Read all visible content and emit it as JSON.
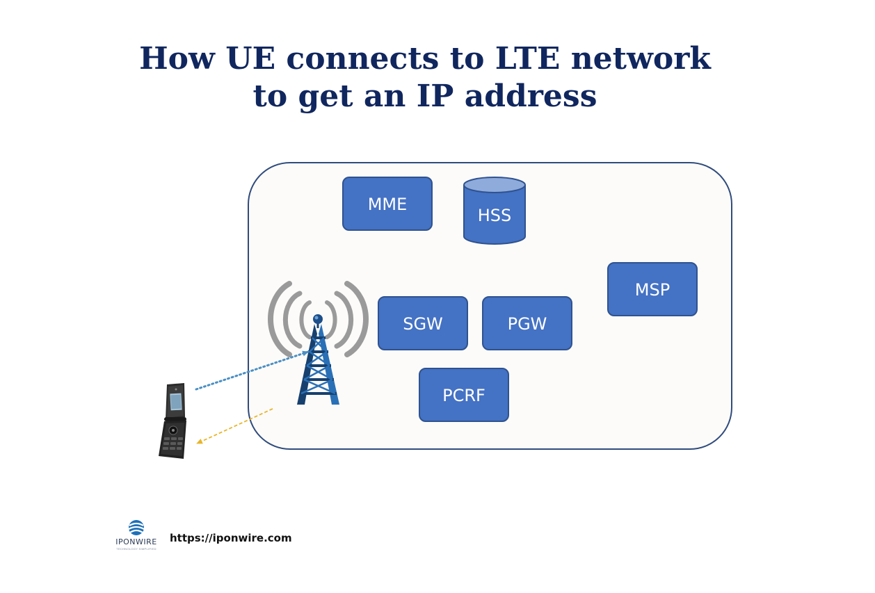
{
  "title": {
    "line1": "How UE connects to LTE network",
    "line2": "to get an IP address"
  },
  "nodes": {
    "mme": "MME",
    "hss": "HSS",
    "msp": "MSP",
    "sgw": "SGW",
    "pgw": "PGW",
    "pcrf": "PCRF"
  },
  "icons": {
    "tower": "cell-tower-icon",
    "phone": "flip-phone-icon",
    "logo": "iponwire-logo-icon"
  },
  "colors": {
    "title": "#10265e",
    "node_fill": "#4472c4",
    "node_stroke": "#2f528f",
    "cloud_fill": "#fcfbf9",
    "cloud_stroke": "#2f4b7c",
    "uplink_arrow": "#4a8fc4",
    "downlink_arrow": "#e8b52a"
  },
  "footer": {
    "logo_text": "IPONWIRE",
    "logo_tagline": "TECHNOLOGY SIMPLIFIED",
    "url": "https://iponwire.com"
  }
}
